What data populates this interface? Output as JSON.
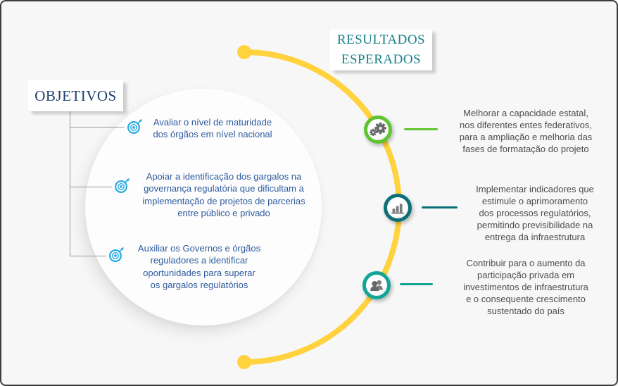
{
  "colors": {
    "arc": "#ffd23e",
    "target": "#29abe2",
    "connector_gray": "#999999",
    "objectives_title": "#1e3f70",
    "objectives_text": "#2d5b9d",
    "results_title": "#17808a",
    "results_text": "#4d4d4d"
  },
  "objectives": {
    "title": "OBJETIVOS",
    "items": [
      {
        "icon": "target-icon",
        "lines": [
          "Avaliar o nível de maturidade",
          "dos órgãos em nível nacional"
        ]
      },
      {
        "icon": "target-icon",
        "lines": [
          "Apoiar a identificação dos gargalos na",
          "governança regulatória que dificultam a",
          "implementação de projetos de parcerias",
          "entre público e privado"
        ]
      },
      {
        "icon": "target-icon",
        "lines": [
          "Auxiliar os Governos e órgãos",
          "reguladores a identificar",
          "oportunidades para superar",
          "os gargalos regulatórios"
        ]
      }
    ]
  },
  "results": {
    "title_lines": [
      "RESULTADOS",
      "ESPERADOS"
    ],
    "items": [
      {
        "icon": "gears-icon",
        "accent": "#5ec42f",
        "lines": [
          "Melhorar a capacidade estatal,",
          "nos diferentes entes federativos,",
          "para a ampliação e melhoria das",
          "fases de formatação do projeto"
        ]
      },
      {
        "icon": "bar-chart-icon",
        "accent": "#0d6f78",
        "lines": [
          "Implementar indicadores que",
          "estimule o aprimoramento",
          "dos processos regulatórios,",
          "permitindo previsibilidade na",
          "entrega da infraestrutura"
        ]
      },
      {
        "icon": "people-icon",
        "accent": "#12a596",
        "lines": [
          "Contribuir para o aumento da",
          "participação privada em",
          "investimentos de infraestrutura",
          "e o consequente crescimento",
          "sustentado do país"
        ]
      }
    ]
  }
}
